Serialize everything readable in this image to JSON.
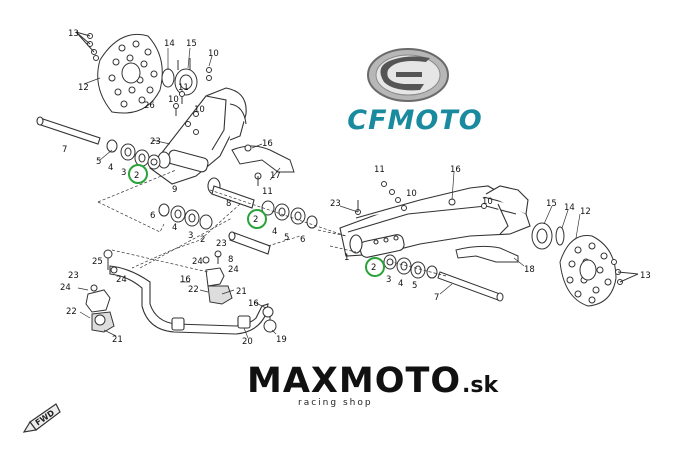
{
  "logos": {
    "cfmoto": "CFMOTO",
    "maxmoto_main": "MAXMOTO",
    "maxmoto_suffix": ".sk",
    "maxmoto_tagline": "racing shop"
  },
  "fwd_label": "FWD",
  "part_numbers": {
    "p13a": "13",
    "p12a": "12",
    "p14a": "14",
    "p15a": "15",
    "p10a": "10",
    "p11a": "11",
    "p26": "26",
    "p10b": "10",
    "p10c": "10",
    "p23a": "23",
    "p7a": "7",
    "p16a": "16",
    "p17": "17",
    "p5a": "5",
    "p4a": "4",
    "p3a": "3",
    "p2a": "2",
    "p9": "9",
    "p11b": "11",
    "p6a": "6",
    "p4b": "4",
    "p8a": "8",
    "p2b": "2",
    "p4c": "4",
    "p5b": "5",
    "p6b": "6",
    "p3b": "3",
    "p2c": "2",
    "p23b": "23",
    "p8b": "8",
    "p25": "25",
    "p24a": "24",
    "p24b": "24",
    "p24c": "24",
    "p23c": "23",
    "p16b": "16",
    "p22a": "22",
    "p21a": "21",
    "p24d": "24",
    "p22b": "22",
    "p21b": "21",
    "p16c": "16",
    "p20": "20",
    "p19": "19",
    "p11c": "11",
    "p10d": "10",
    "p16d": "16",
    "p23d": "23",
    "p10e": "10",
    "p15b": "15",
    "p14b": "14",
    "p12b": "12",
    "p1": "1",
    "p2d": "2",
    "p3c": "3",
    "p4d": "4",
    "p5c": "5",
    "p18": "18",
    "p13b": "13",
    "p7b": "7"
  },
  "colors": {
    "line": "#333333",
    "highlight": "#2aa33a",
    "cfmoto_text": "#1a8a9e",
    "maxmoto_text": "#111111"
  }
}
